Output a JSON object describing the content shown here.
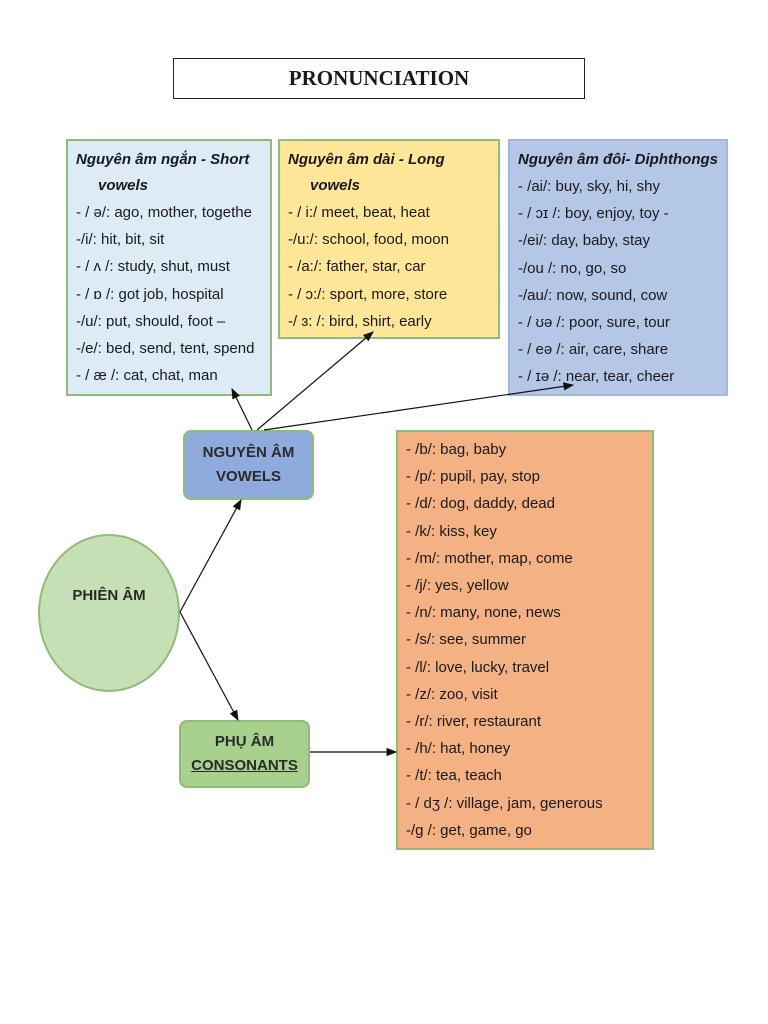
{
  "title": "PRONUNCIATION",
  "center": "PHIÊN ÂM",
  "vowels_node": {
    "line1": "NGUYÊN ÂM",
    "line2": "VOWELS"
  },
  "consonants_node": {
    "line1": "PHỤ ÂM",
    "line2": "CONSONANTS"
  },
  "short_vowels": {
    "heading1": "Nguyên âm ngắn - Short",
    "heading2": "vowels",
    "items": [
      "- / ə/: ago, mother, togethe",
      "-/i/: hit, bit, sit",
      "- / ʌ /: study, shut, must",
      "- / ɒ /: got job, hospital",
      "-/u/: put, should, foot –",
      "-/e/: bed, send, tent, spend",
      "- / æ /: cat, chat, man"
    ]
  },
  "long_vowels": {
    "heading1": "Nguyên âm dài - Long",
    "heading2": "vowels",
    "items": [
      "- / i:/ meet, beat, heat",
      "-/u:/: school, food, moon",
      "- /a:/: father, star, car",
      "- / ɔ:/: sport, more, store",
      " -/ ɜ: /: bird, shirt, early"
    ]
  },
  "diphthongs": {
    "heading1": "Nguyên âm đôi- Diphthongs",
    "items": [
      "- /ai/: buy, sky, hi, shy",
      "- / ɔɪ /: boy, enjoy, toy -",
      "-/ei/: day, baby, stay",
      "-/ou /: no, go, so",
      "-/au/: now, sound, cow",
      "- / ʊə /: poor, sure, tour",
      "- / eə /: air, care, share",
      "- / ɪə /: near, tear, cheer"
    ]
  },
  "consonants": {
    "items": [
      "- /b/: bag, baby",
      "- /p/: pupil, pay, stop",
      "- /d/: dog, daddy, dead",
      "- /k/: kiss, key",
      "- /m/: mother, map, come",
      "- /j/: yes, yellow",
      "- /n/: many, none, news",
      "- /s/: see, summer",
      "- /l/: love, lucky, travel",
      "- /z/: zoo, visit",
      "- /r/: river, restaurant",
      "- /h/: hat, honey",
      "- /t/: tea, teach",
      "- / dʒ /: village, jam, generous",
      "-/g /: get, game, go"
    ]
  },
  "colors": {
    "short_bg": "#ddebf7",
    "long_bg": "#ffe699",
    "diph_bg": "#b4c7e7",
    "cons_bg": "#f4b183",
    "vowels_node_bg": "#8faadc",
    "cons_node_bg": "#a9d18e",
    "center_bg": "#c5e0b4",
    "border": "#8fbc7a"
  }
}
